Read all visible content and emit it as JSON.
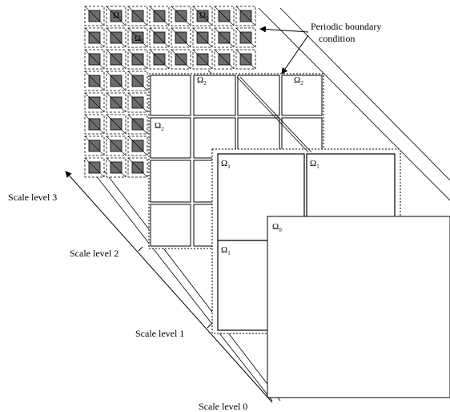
{
  "annotation": {
    "periodic_line1": "Periodic boundary",
    "periodic_line2": "condition"
  },
  "scale_levels": [
    {
      "label": "Scale level 3"
    },
    {
      "label": "Scale level 2"
    },
    {
      "label": "Scale level 1"
    },
    {
      "label": "Scale level 0"
    }
  ],
  "domains": {
    "omega_symbol": "Ω",
    "level0_sub": "0",
    "level1_sub": "1",
    "level2_sub": "2",
    "level3_sub": "3"
  },
  "colors": {
    "line": "#000000",
    "inclusion_fill": "#6d6d6d",
    "background": "#ffffff"
  }
}
